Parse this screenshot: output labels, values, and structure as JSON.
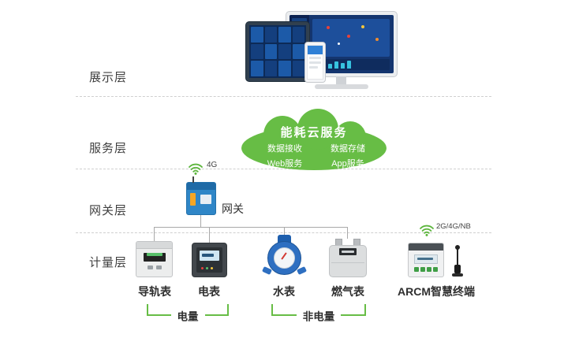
{
  "layers": [
    {
      "label": "展示层"
    },
    {
      "label": "服务层"
    },
    {
      "label": "网关层"
    },
    {
      "label": "计量层"
    }
  ],
  "cloud": {
    "title": "能耗云服务",
    "grid": [
      "数据接收",
      "数据存储",
      "Web服务",
      "App服务"
    ]
  },
  "gateway": {
    "label": "网关",
    "radio": "4G"
  },
  "devices": [
    {
      "label": "导轨表"
    },
    {
      "label": "电表"
    },
    {
      "label": "水表"
    },
    {
      "label": "燃气表"
    },
    {
      "label": "ARCM智慧终端",
      "radio": "2G/4G/NB"
    }
  ],
  "groups": [
    {
      "label": "电量"
    },
    {
      "label": "非电量"
    }
  ],
  "colors": {
    "accent_green": "#67bd45",
    "device_blue": "#2e6fc1",
    "line_gray": "#a9a9a9"
  }
}
